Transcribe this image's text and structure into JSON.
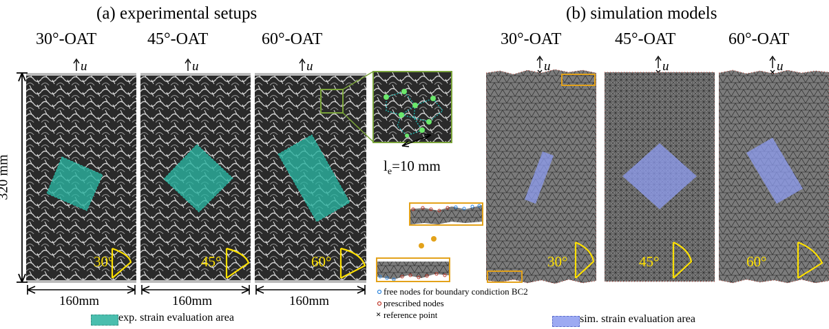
{
  "panel_a": {
    "title": "(a) experimental setups",
    "columns": [
      {
        "title": "30°-OAT",
        "angle": "30°",
        "u": "u"
      },
      {
        "title": "45°-OAT",
        "angle": "45°",
        "u": "u"
      },
      {
        "title": "60°-OAT",
        "angle": "60°",
        "u": "u"
      }
    ],
    "width_label": "160mm",
    "height_label": "320 mm",
    "legend": "exp. strain evaluation area",
    "zoom_label": "l",
    "zoom_label_sub": "e",
    "zoom_label_value": "=10 mm"
  },
  "panel_b": {
    "title": "(b) simulation models",
    "columns": [
      {
        "title": "30°-OAT",
        "angle": "30°",
        "u": "u"
      },
      {
        "title": "45°-OAT",
        "angle": "45°",
        "u": "u"
      },
      {
        "title": "60°-OAT",
        "angle": "60°",
        "u": "u"
      }
    ],
    "legend": "sim. strain evaluation area"
  },
  "middle_legend": {
    "free_nodes": "free nodes for boundary condiction BC2",
    "prescribed_nodes": "prescribed nodes",
    "reference_point": "reference point"
  },
  "colors": {
    "exp_area": "#2bb3a0",
    "sim_area": "#8d9cf0",
    "highlight": "#e3a21a",
    "zoom_frame": "#7aa33a",
    "angle": "#ffe100"
  }
}
